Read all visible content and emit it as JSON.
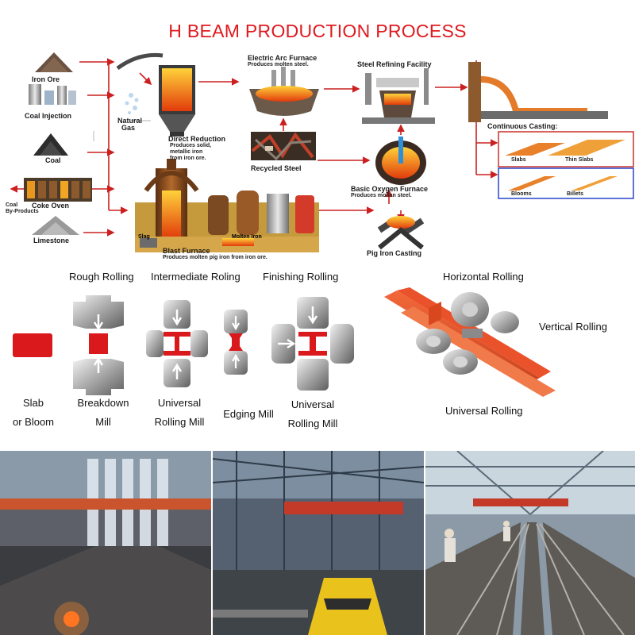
{
  "title": "H BEAM PRODUCTION PROCESS",
  "flow": {
    "iron_ore": "Iron Ore",
    "coal_injection": "Coal Injection",
    "coal": "Coal",
    "coke_oven": "Coke Oven",
    "coal_byproducts_1": "Coal",
    "coal_byproducts_2": "By-Products",
    "limestone": "Limestone",
    "natural_gas_1": "Natural",
    "natural_gas_2": "Gas",
    "direct_reduction": "Direct Reduction",
    "direct_reduction_desc_1": "Produces solid,",
    "direct_reduction_desc_2": "metallic iron",
    "direct_reduction_desc_3": "from iron ore.",
    "eaf": "Electric Arc Furnace",
    "eaf_desc": "Produces molten steel.",
    "recycled_steel": "Recycled Steel",
    "steel_refining": "Steel Refining Facility",
    "bof": "Basic Oxygen Furnace",
    "bof_desc": "Produces molten steel.",
    "continuous_casting": "Continuous Casting:",
    "slabs": "Slabs",
    "thin_slabs": "Thin Slabs",
    "blooms": "Blooms",
    "billets": "Billets",
    "slag": "Slag",
    "molten_iron": "Molten Iron",
    "blast_furnace": "Blast Furnace",
    "blast_furnace_desc": "Produces molten pig iron from iron ore.",
    "pig_iron_casting": "Pig Iron Casting"
  },
  "rolling": {
    "rough": "Rough Rolling",
    "intermediate": "Intermediate Roling",
    "finishing": "Finishing Rolling",
    "horizontal": "Horizontal Rolling",
    "vertical": "Vertical Rolling",
    "universal": "Universal Rolling",
    "slab_1": "Slab",
    "slab_2": "or Bloom",
    "breakdown_1": "Breakdown",
    "breakdown_2": "Mill",
    "universal_1_a": "Universal",
    "universal_1_b": "Rolling Mill",
    "edging": "Edging Mill",
    "universal_2_a": "Universal",
    "universal_2_b": "Rolling Mill"
  },
  "colors": {
    "title": "#e0191e",
    "arrow": "#cc2020",
    "steel": "#e9522a",
    "slab": "#d9191c"
  }
}
